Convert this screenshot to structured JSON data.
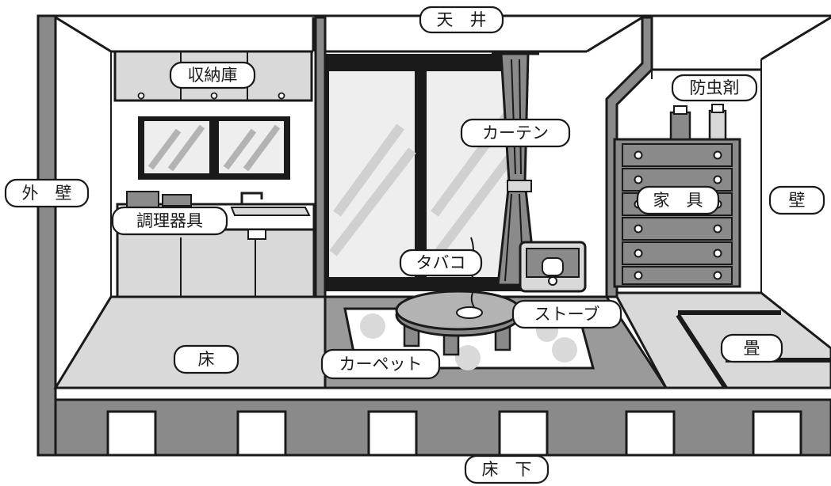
{
  "labels": {
    "ceiling": "天　井",
    "outer_wall": "外　壁",
    "storage": "収納庫",
    "cookware": "調理器具",
    "curtain": "カーテン",
    "insecticide": "防虫剤",
    "furniture": "家　具",
    "wall": "壁",
    "tobacco": "タバコ",
    "stove": "ストーブ",
    "floor": "床",
    "carpet": "カーペット",
    "tatami": "畳",
    "underfloor": "床　下"
  },
  "colors": {
    "line": "#1a1a1a",
    "wall_gray": "#8a8a8a",
    "light_gray": "#d9d9d9",
    "mid_gray": "#b3b3b3",
    "dark_floor": "#9a9a9a",
    "window_glass": "#eeeeee"
  }
}
